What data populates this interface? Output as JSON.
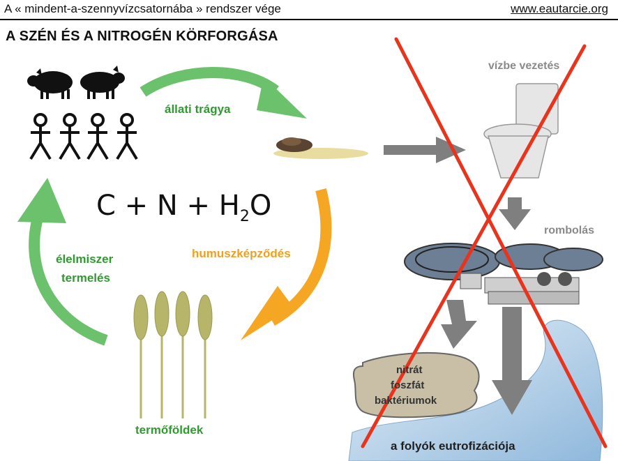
{
  "header": {
    "left_text": "A « mindent-a-szennyvízcsatornába » rendszer vége",
    "right_link": "www.eautarcie.org"
  },
  "title": "A SZÉN ÉS A NITROGÉN KÖRFORGÁSA",
  "formula": {
    "main": "C + N + H",
    "subscript": "2",
    "tail": "O"
  },
  "labels": {
    "manure": "állati trágya",
    "humus": "humuszképződés",
    "food_line1": "élelmiszer",
    "food_line2": "termelés",
    "fields": "termőföldek",
    "water_discharge": "vízbe vezetés",
    "destruction": "rombolás",
    "pollutants": [
      "nitrát",
      "foszfát",
      "baktériumok"
    ],
    "eutrophication": "a folyók eutrofizációja"
  },
  "colors": {
    "cycle_green": "#6cc26c",
    "cycle_orange": "#f5a623",
    "process_gray": "#7f7f7f",
    "cross_red": "#e8341c",
    "river_blue": "#a9cbe6"
  }
}
